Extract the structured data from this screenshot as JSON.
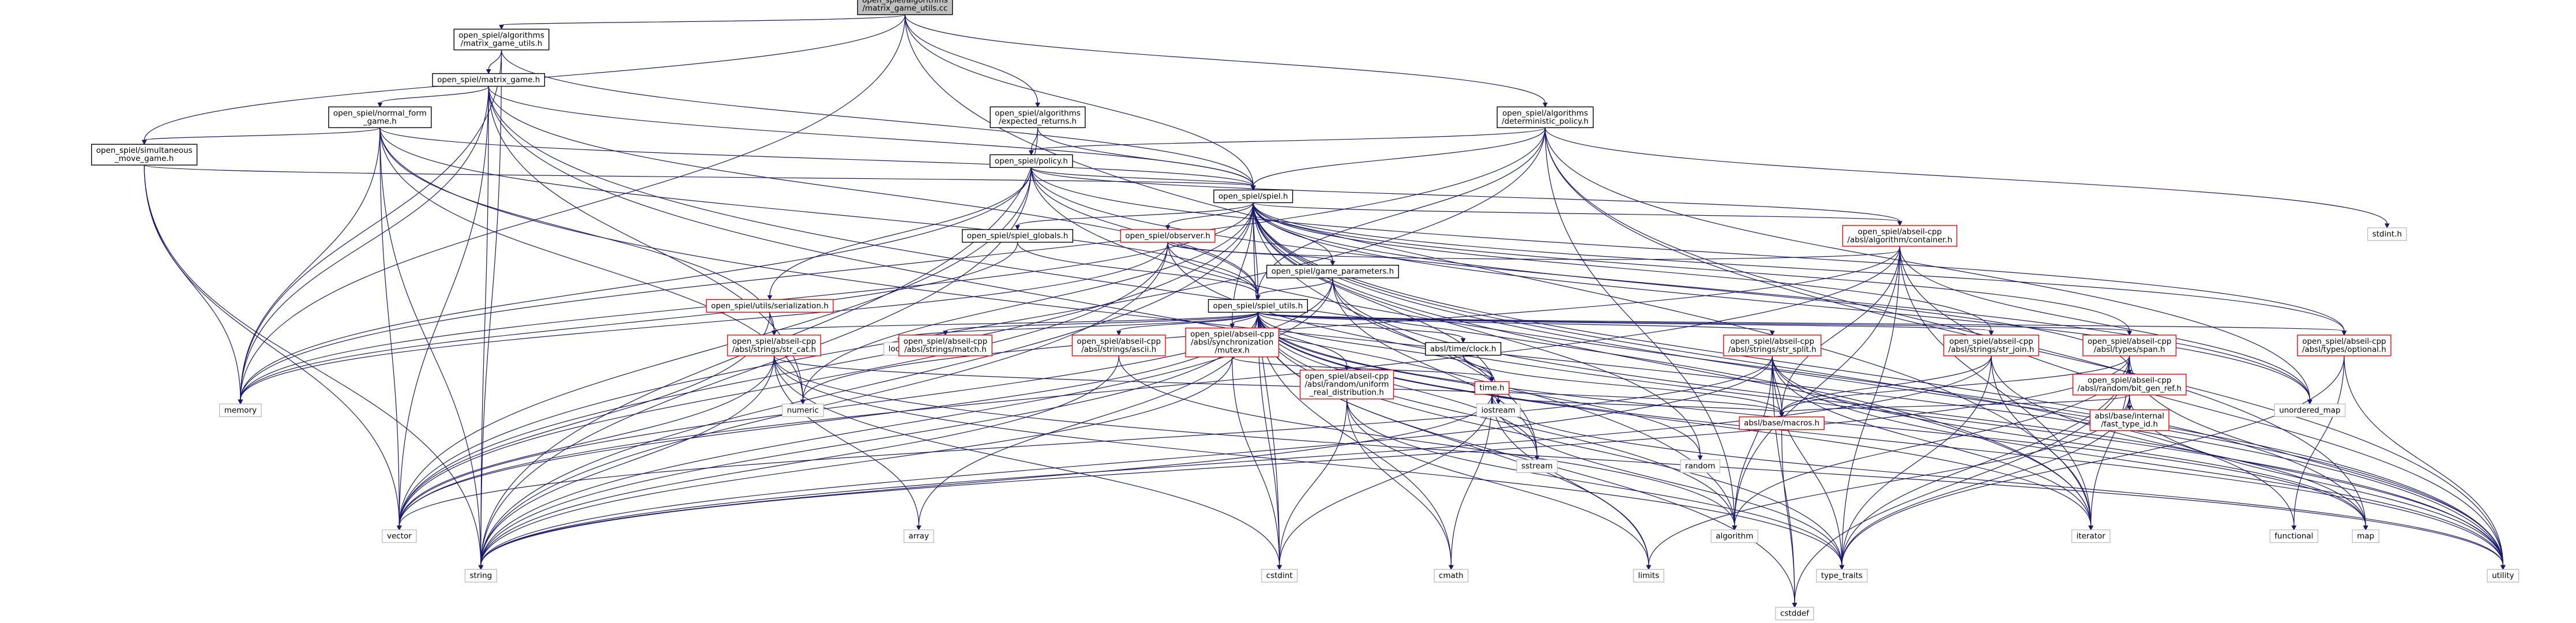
{
  "diagram": {
    "nodes": [
      {
        "id": "root",
        "lines": [
          "open_spiel/algorithms",
          "/matrix_game_utils.cc"
        ],
        "style": "root"
      },
      {
        "id": "mgu_h",
        "lines": [
          "open_spiel/algorithms",
          "/matrix_game_utils.h"
        ],
        "style": "doc"
      },
      {
        "id": "matrix_game",
        "lines": [
          "open_spiel/matrix_game.h"
        ],
        "style": "doc"
      },
      {
        "id": "normal_form",
        "lines": [
          "open_spiel/normal_form",
          "_game.h"
        ],
        "style": "doc"
      },
      {
        "id": "simultaneous",
        "lines": [
          "open_spiel/simultaneous",
          "_move_game.h"
        ],
        "style": "doc"
      },
      {
        "id": "expected",
        "lines": [
          "open_spiel/algorithms",
          "/expected_returns.h"
        ],
        "style": "doc"
      },
      {
        "id": "deterministic",
        "lines": [
          "open_spiel/algorithms",
          "/deterministic_policy.h"
        ],
        "style": "doc"
      },
      {
        "id": "policy",
        "lines": [
          "open_spiel/policy.h"
        ],
        "style": "doc"
      },
      {
        "id": "spiel",
        "lines": [
          "open_spiel/spiel.h"
        ],
        "style": "doc"
      },
      {
        "id": "globals",
        "lines": [
          "open_spiel/spiel_globals.h"
        ],
        "style": "doc"
      },
      {
        "id": "observer",
        "lines": [
          "open_spiel/observer.h"
        ],
        "style": "red"
      },
      {
        "id": "container",
        "lines": [
          "open_spiel/abseil-cpp",
          "/absl/algorithm/container.h"
        ],
        "style": "red"
      },
      {
        "id": "game_params",
        "lines": [
          "open_spiel/game_parameters.h"
        ],
        "style": "doc"
      },
      {
        "id": "serialization",
        "lines": [
          "open_spiel/utils/serialization.h"
        ],
        "style": "red"
      },
      {
        "id": "utils",
        "lines": [
          "open_spiel/spiel_utils.h"
        ],
        "style": "doc"
      },
      {
        "id": "str_cat",
        "lines": [
          "open_spiel/abseil-cpp",
          "/absl/strings/str_cat.h"
        ],
        "style": "red"
      },
      {
        "id": "locale",
        "lines": [
          "locale"
        ],
        "style": "std"
      },
      {
        "id": "match",
        "lines": [
          "open_spiel/abseil-cpp",
          "/absl/strings/match.h"
        ],
        "style": "red"
      },
      {
        "id": "ascii",
        "lines": [
          "open_spiel/abseil-cpp",
          "/absl/strings/ascii.h"
        ],
        "style": "red"
      },
      {
        "id": "mutex",
        "lines": [
          "open_spiel/abseil-cpp",
          "/absl/synchronization",
          "/mutex.h"
        ],
        "style": "red"
      },
      {
        "id": "clock",
        "lines": [
          "absl/time/clock.h"
        ],
        "style": "doc"
      },
      {
        "id": "str_split",
        "lines": [
          "open_spiel/abseil-cpp",
          "/absl/strings/str_split.h"
        ],
        "style": "red"
      },
      {
        "id": "str_join",
        "lines": [
          "open_spiel/abseil-cpp",
          "/absl/strings/str_join.h"
        ],
        "style": "red"
      },
      {
        "id": "span",
        "lines": [
          "open_spiel/abseil-cpp",
          "/absl/types/span.h"
        ],
        "style": "red"
      },
      {
        "id": "optional",
        "lines": [
          "open_spiel/abseil-cpp",
          "/absl/types/optional.h"
        ],
        "style": "red"
      },
      {
        "id": "uniform",
        "lines": [
          "open_spiel/abseil-cpp",
          "/absl/random/uniform",
          "_real_distribution.h"
        ],
        "style": "red"
      },
      {
        "id": "time_h",
        "lines": [
          "time.h"
        ],
        "style": "red"
      },
      {
        "id": "bit_gen",
        "lines": [
          "open_spiel/abseil-cpp",
          "/absl/random/bit_gen_ref.h"
        ],
        "style": "red"
      },
      {
        "id": "fast_type",
        "lines": [
          "absl/base/internal",
          "/fast_type_id.h"
        ],
        "style": "red"
      },
      {
        "id": "macros",
        "lines": [
          "absl/base/macros.h"
        ],
        "style": "red"
      },
      {
        "id": "memory",
        "lines": [
          "memory"
        ],
        "style": "std"
      },
      {
        "id": "numeric",
        "lines": [
          "numeric"
        ],
        "style": "std"
      },
      {
        "id": "vector",
        "lines": [
          "vector"
        ],
        "style": "std"
      },
      {
        "id": "string",
        "lines": [
          "string"
        ],
        "style": "std"
      },
      {
        "id": "array",
        "lines": [
          "array"
        ],
        "style": "std"
      },
      {
        "id": "iostream",
        "lines": [
          "iostream"
        ],
        "style": "std"
      },
      {
        "id": "sstream",
        "lines": [
          "sstream"
        ],
        "style": "std"
      },
      {
        "id": "random",
        "lines": [
          "random"
        ],
        "style": "std"
      },
      {
        "id": "algorithm",
        "lines": [
          "algorithm"
        ],
        "style": "std"
      },
      {
        "id": "iterator",
        "lines": [
          "iterator"
        ],
        "style": "std"
      },
      {
        "id": "map",
        "lines": [
          "map"
        ],
        "style": "std"
      },
      {
        "id": "functional",
        "lines": [
          "functional"
        ],
        "style": "std"
      },
      {
        "id": "utility",
        "lines": [
          "utility"
        ],
        "style": "std"
      },
      {
        "id": "unordered_map",
        "lines": [
          "unordered_map"
        ],
        "style": "std"
      },
      {
        "id": "stdint",
        "lines": [
          "stdint.h"
        ],
        "style": "std"
      },
      {
        "id": "cstdint",
        "lines": [
          "cstdint"
        ],
        "style": "std"
      },
      {
        "id": "cmath",
        "lines": [
          "cmath"
        ],
        "style": "std"
      },
      {
        "id": "limits",
        "lines": [
          "limits"
        ],
        "style": "std"
      },
      {
        "id": "type_traits",
        "lines": [
          "type_traits"
        ],
        "style": "std"
      },
      {
        "id": "cstddef",
        "lines": [
          "cstddef"
        ],
        "style": "std"
      }
    ],
    "edges": [
      [
        "root",
        "mgu_h"
      ],
      [
        "root",
        "memory"
      ],
      [
        "root",
        "simultaneous"
      ],
      [
        "root",
        "spiel"
      ],
      [
        "root",
        "expected"
      ],
      [
        "root",
        "deterministic"
      ],
      [
        "root",
        "iterator"
      ],
      [
        "mgu_h",
        "matrix_game"
      ],
      [
        "mgu_h",
        "spiel"
      ],
      [
        "mgu_h",
        "memory"
      ],
      [
        "mgu_h",
        "string"
      ],
      [
        "matrix_game",
        "normal_form"
      ],
      [
        "matrix_game",
        "spiel"
      ],
      [
        "matrix_game",
        "utils"
      ],
      [
        "matrix_game",
        "memory"
      ],
      [
        "matrix_game",
        "numeric"
      ],
      [
        "matrix_game",
        "vector"
      ],
      [
        "matrix_game",
        "string"
      ],
      [
        "matrix_game",
        "algorithm"
      ],
      [
        "matrix_game",
        "iterator"
      ],
      [
        "normal_form",
        "simultaneous"
      ],
      [
        "normal_form",
        "spiel"
      ],
      [
        "normal_form",
        "utils"
      ],
      [
        "normal_form",
        "str_cat"
      ],
      [
        "normal_form",
        "memory"
      ],
      [
        "normal_form",
        "numeric"
      ],
      [
        "normal_form",
        "vector"
      ],
      [
        "normal_form",
        "string"
      ],
      [
        "normal_form",
        "utility"
      ],
      [
        "simultaneous",
        "spiel"
      ],
      [
        "simultaneous",
        "memory"
      ],
      [
        "simultaneous",
        "vector"
      ],
      [
        "simultaneous",
        "string"
      ],
      [
        "expected",
        "policy"
      ],
      [
        "expected",
        "spiel"
      ],
      [
        "expected",
        "string"
      ],
      [
        "deterministic",
        "policy"
      ],
      [
        "deterministic",
        "spiel"
      ],
      [
        "deterministic",
        "utils"
      ],
      [
        "deterministic",
        "memory"
      ],
      [
        "deterministic",
        "vector"
      ],
      [
        "deterministic",
        "stdint"
      ],
      [
        "deterministic",
        "unordered_map"
      ],
      [
        "deterministic",
        "map"
      ],
      [
        "deterministic",
        "algorithm"
      ],
      [
        "deterministic",
        "utility"
      ],
      [
        "policy",
        "spiel"
      ],
      [
        "policy",
        "utils"
      ],
      [
        "policy",
        "serialization"
      ],
      [
        "policy",
        "container"
      ],
      [
        "policy",
        "optional"
      ],
      [
        "policy",
        "memory"
      ],
      [
        "policy",
        "vector"
      ],
      [
        "policy",
        "string"
      ],
      [
        "policy",
        "unordered_map"
      ],
      [
        "policy",
        "utility"
      ],
      [
        "spiel",
        "globals"
      ],
      [
        "spiel",
        "observer"
      ],
      [
        "spiel",
        "game_params"
      ],
      [
        "spiel",
        "utils"
      ],
      [
        "spiel",
        "container"
      ],
      [
        "spiel",
        "str_join"
      ],
      [
        "spiel",
        "span"
      ],
      [
        "spiel",
        "optional"
      ],
      [
        "spiel",
        "bit_gen"
      ],
      [
        "spiel",
        "mutex"
      ],
      [
        "spiel",
        "memory"
      ],
      [
        "spiel",
        "numeric"
      ],
      [
        "spiel",
        "vector"
      ],
      [
        "spiel",
        "string"
      ],
      [
        "spiel",
        "iostream"
      ],
      [
        "spiel",
        "sstream"
      ],
      [
        "spiel",
        "random"
      ],
      [
        "spiel",
        "unordered_map"
      ],
      [
        "spiel",
        "map"
      ],
      [
        "spiel",
        "functional"
      ],
      [
        "spiel",
        "utility"
      ],
      [
        "spiel",
        "cstdint"
      ],
      [
        "spiel",
        "iterator"
      ],
      [
        "globals",
        "utils"
      ],
      [
        "globals",
        "memory"
      ],
      [
        "observer",
        "utils"
      ],
      [
        "observer",
        "game_params"
      ],
      [
        "observer",
        "container"
      ],
      [
        "observer",
        "memory"
      ],
      [
        "observer",
        "vector"
      ],
      [
        "observer",
        "string"
      ],
      [
        "observer",
        "utility"
      ],
      [
        "container",
        "algorithm"
      ],
      [
        "container",
        "iterator"
      ],
      [
        "container",
        "numeric"
      ],
      [
        "container",
        "type_traits"
      ],
      [
        "container",
        "unordered_map"
      ],
      [
        "container",
        "utility"
      ],
      [
        "container",
        "macros"
      ],
      [
        "container",
        "vector"
      ],
      [
        "game_params",
        "utils"
      ],
      [
        "game_params",
        "iostream"
      ],
      [
        "game_params",
        "map"
      ],
      [
        "game_params",
        "sstream"
      ],
      [
        "game_params",
        "string"
      ],
      [
        "game_params",
        "vector"
      ],
      [
        "serialization",
        "str_cat"
      ],
      [
        "serialization",
        "vector"
      ],
      [
        "utils",
        "str_cat"
      ],
      [
        "utils",
        "locale"
      ],
      [
        "utils",
        "match"
      ],
      [
        "utils",
        "ascii"
      ],
      [
        "utils",
        "mutex"
      ],
      [
        "utils",
        "clock"
      ],
      [
        "utils",
        "str_split"
      ],
      [
        "utils",
        "str_join"
      ],
      [
        "utils",
        "span"
      ],
      [
        "utils",
        "optional"
      ],
      [
        "utils",
        "uniform"
      ],
      [
        "utils",
        "time_h"
      ],
      [
        "utils",
        "random"
      ],
      [
        "utils",
        "sstream"
      ],
      [
        "utils",
        "algorithm"
      ],
      [
        "utils",
        "array"
      ],
      [
        "utils",
        "cstdint"
      ],
      [
        "utils",
        "cstddef"
      ],
      [
        "utils",
        "cmath"
      ],
      [
        "utils",
        "limits"
      ],
      [
        "utils",
        "vector"
      ],
      [
        "utils",
        "string"
      ],
      [
        "utils",
        "map"
      ],
      [
        "utils",
        "utility"
      ],
      [
        "utils",
        "type_traits"
      ],
      [
        "utils",
        "iterator"
      ],
      [
        "str_cat",
        "array"
      ],
      [
        "str_cat",
        "cstdint"
      ],
      [
        "str_cat",
        "string"
      ],
      [
        "str_cat",
        "type_traits"
      ],
      [
        "str_cat",
        "utility"
      ],
      [
        "str_cat",
        "vector"
      ],
      [
        "str_cat",
        "macros"
      ],
      [
        "ascii",
        "string"
      ],
      [
        "ascii",
        "algorithm"
      ],
      [
        "mutex",
        "string"
      ],
      [
        "mutex",
        "cstdint"
      ],
      [
        "mutex",
        "time_h"
      ],
      [
        "clock",
        "time_h"
      ],
      [
        "clock",
        "macros"
      ],
      [
        "str_split",
        "algorithm"
      ],
      [
        "str_split",
        "cstddef"
      ],
      [
        "str_split",
        "map"
      ],
      [
        "str_split",
        "string"
      ],
      [
        "str_split",
        "utility"
      ],
      [
        "str_split",
        "vector"
      ],
      [
        "str_split",
        "iterator"
      ],
      [
        "str_split",
        "type_traits"
      ],
      [
        "str_split",
        "macros"
      ],
      [
        "str_join",
        "string"
      ],
      [
        "str_join",
        "utility"
      ],
      [
        "str_join",
        "iterator"
      ],
      [
        "str_join",
        "type_traits"
      ],
      [
        "str_join",
        "macros"
      ],
      [
        "span",
        "algorithm"
      ],
      [
        "span",
        "cstddef"
      ],
      [
        "span",
        "iterator"
      ],
      [
        "span",
        "string"
      ],
      [
        "span",
        "type_traits"
      ],
      [
        "span",
        "utility"
      ],
      [
        "span",
        "macros"
      ],
      [
        "optional",
        "functional"
      ],
      [
        "optional",
        "type_traits"
      ],
      [
        "optional",
        "utility"
      ],
      [
        "uniform",
        "cmath"
      ],
      [
        "uniform",
        "cstdint"
      ],
      [
        "uniform",
        "limits"
      ],
      [
        "uniform",
        "type_traits"
      ],
      [
        "time_h",
        "cmath"
      ],
      [
        "time_h",
        "cstdint"
      ],
      [
        "time_h",
        "limits"
      ],
      [
        "time_h",
        "string"
      ],
      [
        "time_h",
        "type_traits"
      ],
      [
        "time_h",
        "utility"
      ],
      [
        "time_h",
        "macros"
      ],
      [
        "bit_gen",
        "fast_type"
      ],
      [
        "bit_gen",
        "macros"
      ],
      [
        "bit_gen",
        "type_traits"
      ],
      [
        "bit_gen",
        "utility"
      ],
      [
        "bit_gen",
        "limits"
      ],
      [
        "macros",
        "cstddef"
      ]
    ]
  }
}
